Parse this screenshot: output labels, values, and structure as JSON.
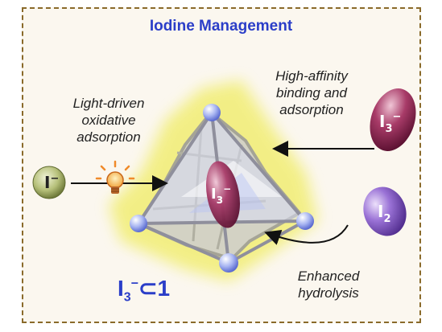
{
  "title": "Iodine Management",
  "labels": {
    "light_line1": "Light-driven",
    "light_line2": "oxidative",
    "light_line3": "adsorption",
    "high_line1": "High-affinity",
    "high_line2": "binding and",
    "high_line3": "adsorption",
    "enh_line1": "Enhanced",
    "enh_line2": "hydrolysis"
  },
  "ions": {
    "iodide": "I",
    "iodide_charge": "−",
    "triiodide": "I",
    "triiodide_sub": "3",
    "triiodide_charge": "−",
    "iodine": "I",
    "iodine_sub": "2"
  },
  "formula": {
    "base": "I",
    "sub": "3",
    "sup": "−",
    "rel": "⊂",
    "host": "1"
  },
  "colors": {
    "title": "#2b3ec8",
    "frame": "#8a6a2a",
    "glow": "#f2ee7a",
    "triiodide": "#7a1f45",
    "iodine": "#7a4cb8",
    "iodide": "#8a9a5a"
  }
}
